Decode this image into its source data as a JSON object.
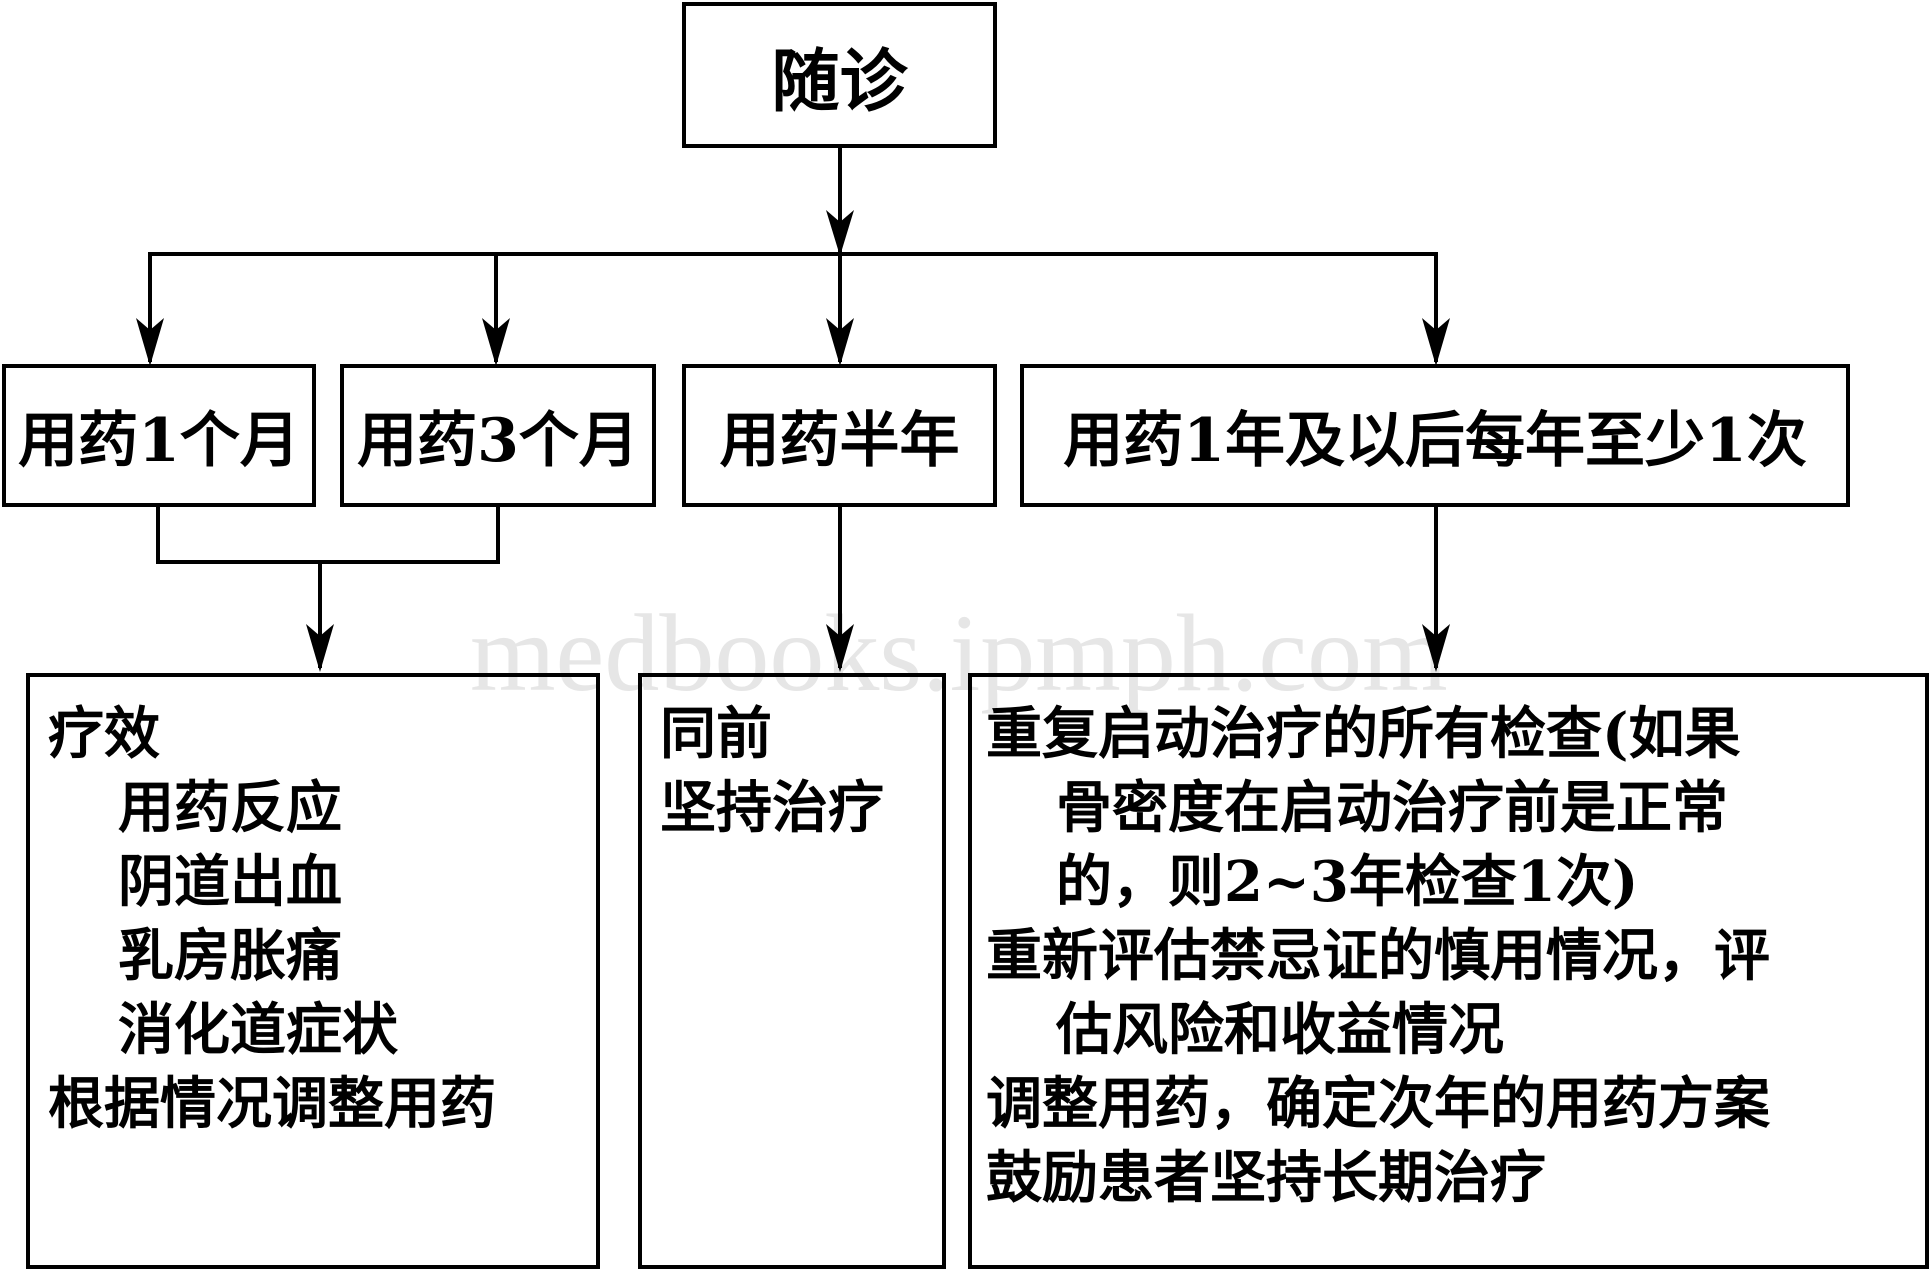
{
  "watermark": "medbooks.ipmph.com",
  "root": {
    "label": "随诊"
  },
  "branches": [
    {
      "label": "用药1个月"
    },
    {
      "label": "用药3个月"
    },
    {
      "label": "用药半年"
    },
    {
      "label": "用药1年及以后每年至少1次"
    }
  ],
  "details": {
    "left": {
      "heading": "疗效",
      "sub_items": [
        "用药反应",
        "阴道出血",
        "乳房胀痛",
        "消化道症状"
      ],
      "footer": "根据情况调整用药"
    },
    "middle": {
      "lines": [
        "同前",
        "坚持治疗"
      ]
    },
    "right": {
      "items": [
        {
          "first": "重复启动治疗的所有检查(如果",
          "cont": [
            "骨密度在启动治疗前是正常",
            "的，则2~3年检查1次)"
          ]
        },
        {
          "first": "重新评估禁忌证的慎用情况，评",
          "cont": [
            "估风险和收益情况"
          ]
        },
        {
          "first": "调整用药，确定次年的用药方案",
          "cont": []
        },
        {
          "first": "鼓励患者坚持长期治疗",
          "cont": []
        }
      ]
    }
  }
}
